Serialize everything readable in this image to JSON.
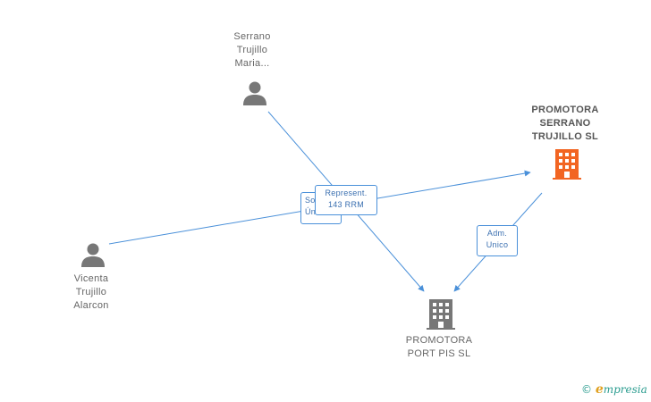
{
  "nodes": {
    "serrano": {
      "lines": [
        "Serrano",
        "Trujillo",
        "Maria..."
      ],
      "type": "person"
    },
    "vicenta": {
      "lines": [
        "Vicenta",
        "Trujillo",
        "Alarcon"
      ],
      "type": "person"
    },
    "promotora_serrano": {
      "lines": [
        "PROMOTORA",
        "SERRANO",
        "TRUJILLO SL"
      ],
      "type": "company-main"
    },
    "promotora_port": {
      "lines": [
        "PROMOTORA",
        "PORT PIS  SL"
      ],
      "type": "company"
    }
  },
  "edge_labels": {
    "socio": [
      "So",
      "Únic"
    ],
    "represent": [
      "Represent.",
      "143 RRM"
    ],
    "adm": [
      "Adm.",
      "Unico"
    ]
  },
  "watermark": {
    "copyright": "©",
    "brand_initial": "e",
    "brand_rest": "mpresia"
  },
  "colors": {
    "person": "#777777",
    "company": "#777777",
    "company_main": "#f26522",
    "edge": "#4a90d9"
  }
}
